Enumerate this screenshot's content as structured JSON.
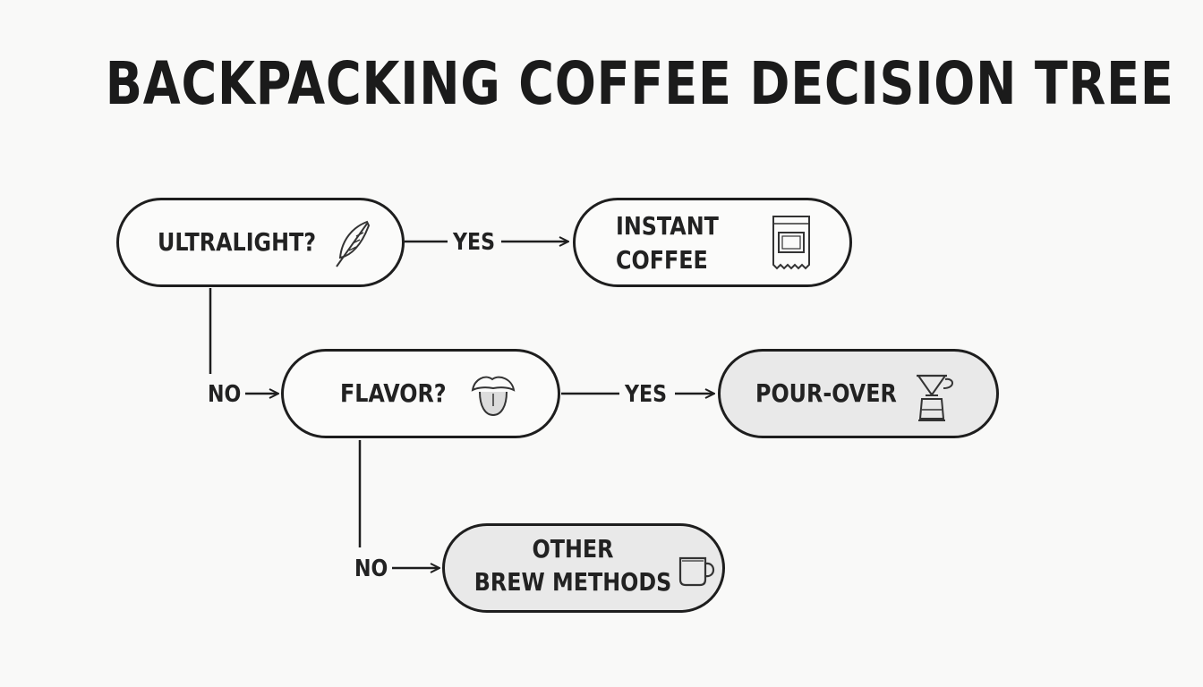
{
  "diagram": {
    "title": "BACKPACKING COFFEE DECISION TREE",
    "nodes": {
      "ultralight": {
        "label": "ULTRALIGHT?",
        "icon": "feather-icon"
      },
      "instant": {
        "label_line1": "INSTANT",
        "label_line2": "COFFEE",
        "icon": "coffee-packet-icon"
      },
      "flavor": {
        "label": "FLAVOR?",
        "icon": "tongue-icon"
      },
      "pourover": {
        "label": "POUR-OVER",
        "icon": "pour-over-dripper-icon"
      },
      "other": {
        "label_line1": "OTHER",
        "label_line2": "BREW METHODS",
        "icon": "mug-icon"
      }
    },
    "edges": {
      "ultralight_yes": "YES",
      "ultralight_no": "NO",
      "flavor_yes": "YES",
      "flavor_no": "NO"
    },
    "colors": {
      "stroke": "#1e1e1e",
      "background": "#f9f9f8",
      "decision_fill": "#fbfbfa",
      "result_fill": "#e9e9e9"
    }
  }
}
